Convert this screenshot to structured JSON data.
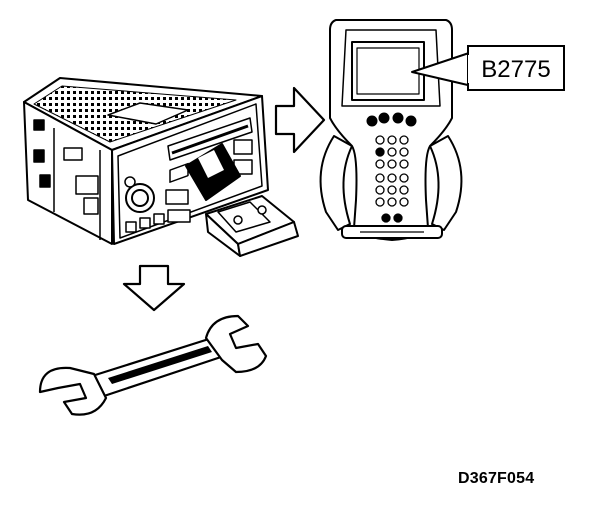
{
  "diagram": {
    "callout_code": "B2775",
    "figure_id": "D367F054",
    "components": [
      {
        "name": "radio-receiver-unit",
        "icon": "car-radio"
      },
      {
        "name": "diagnostic-tester",
        "icon": "handheld-scan-tool"
      },
      {
        "name": "open-end-wrench",
        "icon": "wrench"
      }
    ],
    "arrows": [
      {
        "name": "arrow-to-tester",
        "direction": "right"
      },
      {
        "name": "arrow-to-wrench",
        "direction": "down"
      }
    ],
    "colors": {
      "line": "#000000",
      "fill": "#ffffff",
      "shade": "#000000"
    }
  }
}
